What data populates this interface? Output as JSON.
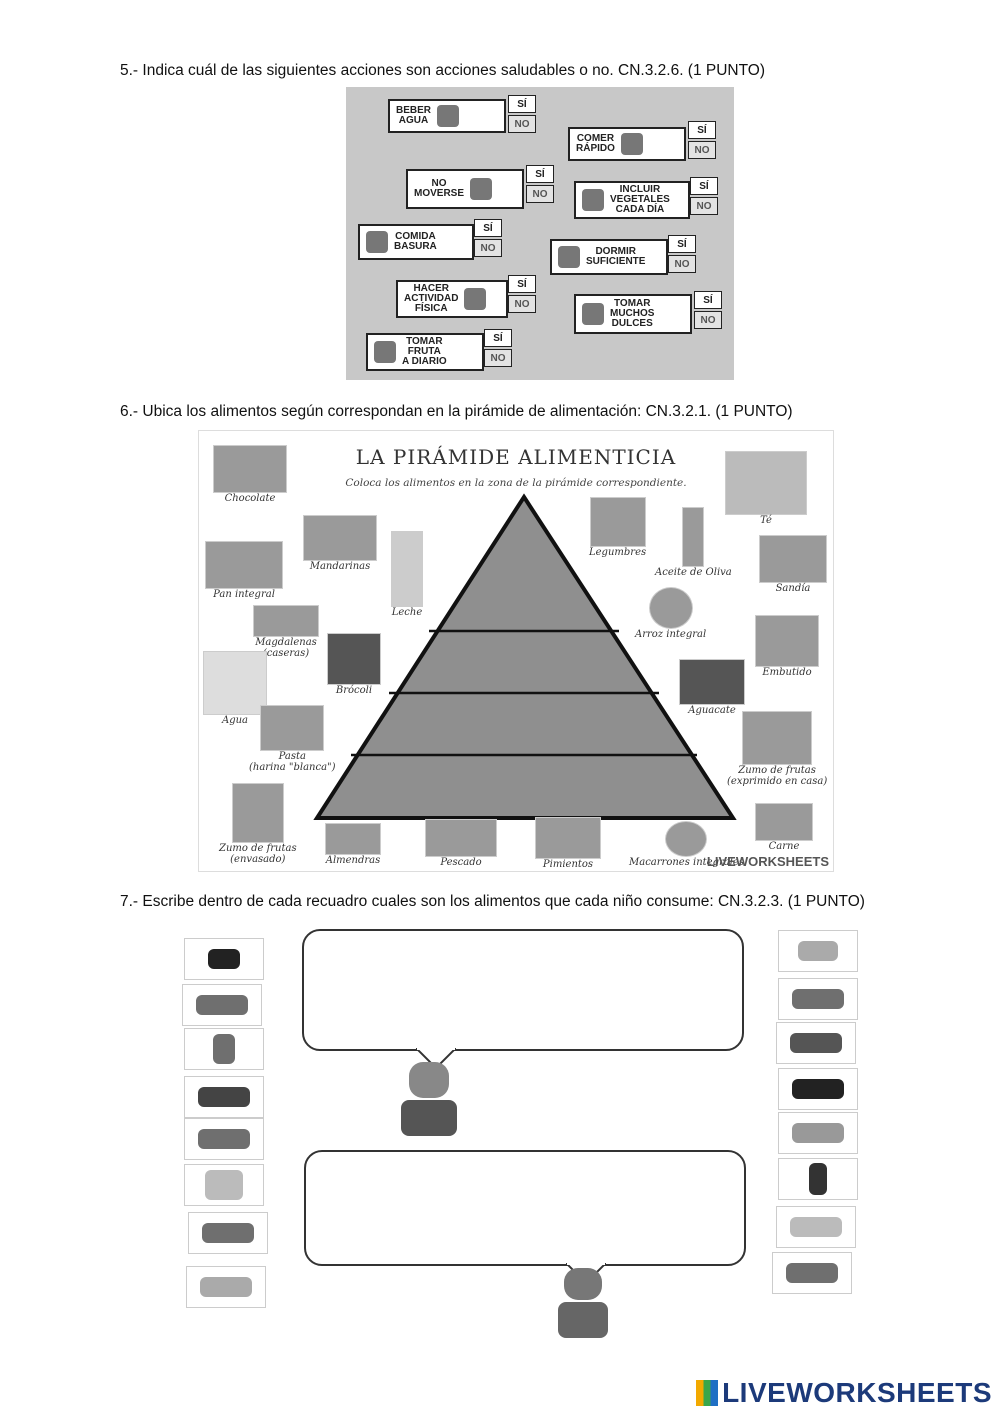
{
  "questions": {
    "q5": "5.- Indica cuál de las siguientes acciones son acciones saludables o no.  CN.3.2.6. (1 PUNTO)",
    "q6": "6.- Ubica los alimentos según correspondan en la pirámide de alimentación:  CN.3.2.1. (1 PUNTO)",
    "q7": "7.- Escribe dentro de cada recuadro cuales son los alimentos que cada niño consume: CN.3.2.3. (1 PUNTO)"
  },
  "options": {
    "yes": "SÍ",
    "no": "NO"
  },
  "actions": [
    {
      "label": "BEBER\nAGUA",
      "icon": "water-glass-icon"
    },
    {
      "label": "COMER\nRÁPIDO",
      "icon": "fast-food-person-icon"
    },
    {
      "label": "NO\nMOVERSE",
      "icon": "bed-icon"
    },
    {
      "label": "INCLUIR\nVEGETALES\nCADA DÍA",
      "icon": "vegetables-icon"
    },
    {
      "label": "COMIDA\nBASURA",
      "icon": "junk-food-icon"
    },
    {
      "label": "DORMIR\nSUFICIENTE",
      "icon": "sleep-clock-icon"
    },
    {
      "label": "HACER\nACTIVIDAD\nFÍSICA",
      "icon": "sneaker-icon"
    },
    {
      "label": "TOMAR\nMUCHOS\nDULCES",
      "icon": "cupcake-icon"
    },
    {
      "label": "TOMAR\nFRUTA\nA DIARIO",
      "icon": "fruit-basket-icon"
    }
  ],
  "pyramid": {
    "title": "LA PIRÁMIDE ALIMENTICIA",
    "subtitle": "Coloca los alimentos en la zona de la pirámide correspondiente.",
    "foods": [
      "Chocolate",
      "Té",
      "Mandarinas",
      "Legumbres",
      "Aceite de Oliva",
      "Pan integral",
      "Leche",
      "Sandía",
      "Magdalenas\n(caseras)",
      "Arroz integral",
      "Brócoli",
      "Embutido",
      "Agua",
      "Aguacate",
      "Pasta\n(harina \"blanca\")",
      "Zumo de frutas\n(exprimido en casa)",
      "Zumo de frutas\n(envasado)",
      "Almendras",
      "Pescado",
      "Pimientos",
      "Macarrones integrales",
      "Carne"
    ],
    "watermark": "LIVEWORKSHEETS"
  },
  "brand": "LIVEWORKSHEETS"
}
